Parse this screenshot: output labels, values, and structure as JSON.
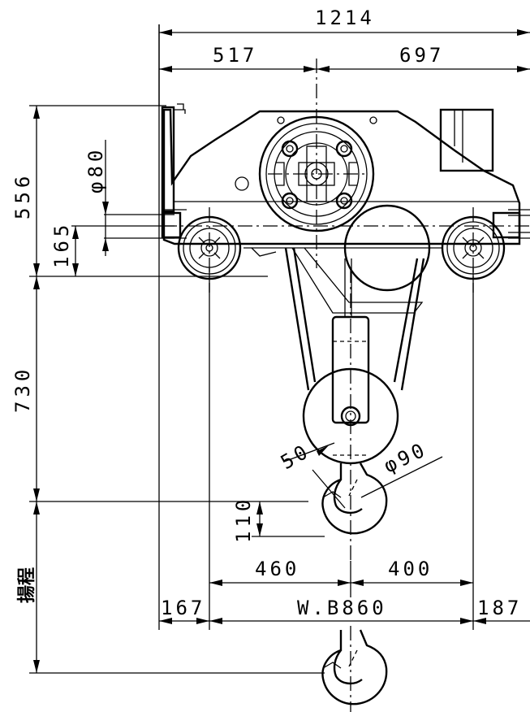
{
  "dimensions": {
    "overall_width": "1214",
    "left_to_center": "517",
    "center_to_right": "697",
    "top_height": "556",
    "wheel_height": "165",
    "rail_dia": "φ80",
    "hook_drop": "730",
    "hook_offset": "110",
    "hook_width": "50",
    "hook_dia": "φ90",
    "left_wb": "460",
    "right_wb": "400",
    "left_overhang": "167",
    "wheel_base": "W.B860",
    "right_overhang": "187",
    "lift_label": "揚程"
  }
}
